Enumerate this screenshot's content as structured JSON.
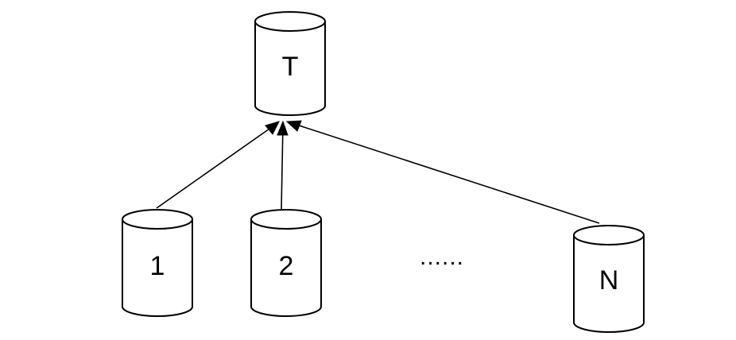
{
  "diagram": {
    "nodes": [
      {
        "id": "target",
        "label": "T",
        "shape": "cylinder"
      },
      {
        "id": "source-1",
        "label": "1",
        "shape": "cylinder"
      },
      {
        "id": "source-2",
        "label": "2",
        "shape": "cylinder"
      },
      {
        "id": "source-n",
        "label": "N",
        "shape": "cylinder"
      }
    ],
    "ellipsis": "......",
    "edges": [
      {
        "from": "source-1",
        "to": "target"
      },
      {
        "from": "source-2",
        "to": "target"
      },
      {
        "from": "source-n",
        "to": "target"
      }
    ],
    "colors": {
      "stroke": "#000000",
      "fill": "#ffffff",
      "background": "#ffffff"
    }
  }
}
